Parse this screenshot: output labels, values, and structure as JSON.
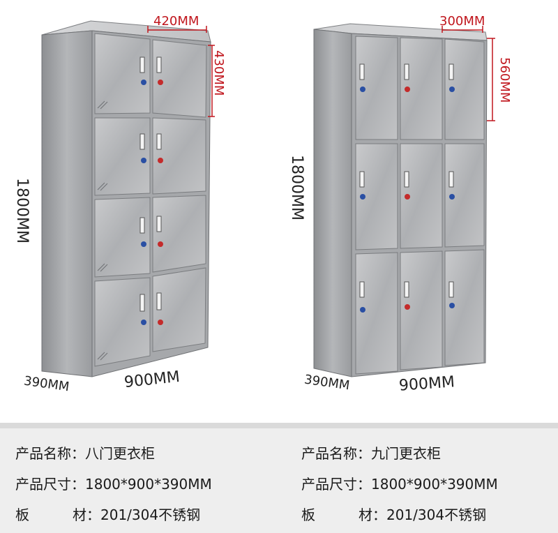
{
  "dimensions": {
    "left": {
      "height": "1800MM",
      "depth": "390MM",
      "width": "900MM",
      "door_width": "420MM",
      "door_height": "430MM"
    },
    "right": {
      "height": "1800MM",
      "depth": "390MM",
      "width": "900MM",
      "door_width": "300MM",
      "door_height": "560MM"
    }
  },
  "colors": {
    "accent": "#c0161d",
    "panel": "#eeeeee",
    "steel": "#b8b9bb"
  },
  "specs": {
    "left": {
      "name_label": "产品名称：",
      "name_value": "八门更衣柜",
      "size_label": "产品尺寸：",
      "size_value": "1800*900*390MM",
      "material_label_a": "板",
      "material_label_b": "材：",
      "material_value": "201/304不锈钢"
    },
    "right": {
      "name_label": "产品名称：",
      "name_value": "九门更衣柜",
      "size_label": "产品尺寸：",
      "size_value": "1800*900*390MM",
      "material_label_a": "板",
      "material_label_b": "材：",
      "material_value": "201/304不锈钢"
    }
  }
}
